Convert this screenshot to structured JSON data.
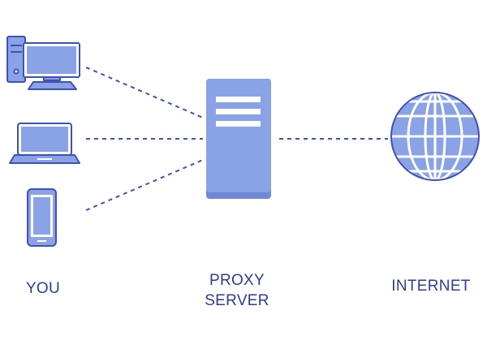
{
  "labels": {
    "you": "YOU",
    "proxy_line1": "PROXY",
    "proxy_line2": "SERVER",
    "internet": "INTERNET"
  },
  "icons": {
    "desktop": "desktop-computer-icon",
    "laptop": "laptop-icon",
    "phone": "smartphone-icon",
    "server": "server-icon",
    "globe": "globe-icon"
  },
  "colors": {
    "stroke": "#3f51b5",
    "fill": "#8aa2e6",
    "server_base": "#6f89d6",
    "server_slot": "#ffffff",
    "text": "#2e3d94"
  }
}
